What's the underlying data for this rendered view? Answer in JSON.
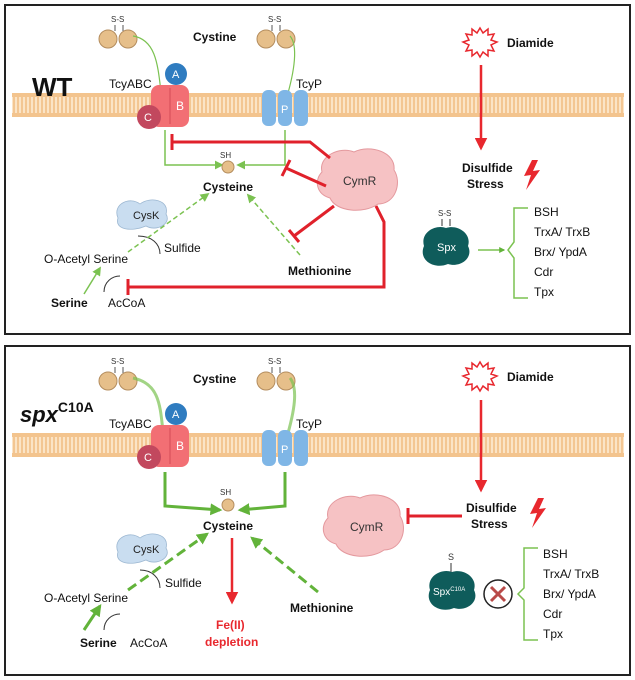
{
  "colors": {
    "inhibit_red": "#E0212B",
    "stress_red": "#E8282E",
    "activate_green": "#7BC251",
    "membrane": "#F3C48E",
    "cystine_ball": "#E6BF8A",
    "tcyabc_pink": "#F26F74",
    "tcyabc_dark": "#C2485E",
    "tcyabc_blue": "#2F7CC0",
    "tcyp_blue": "#7FB6E6",
    "cymr_pink": "#F6C2C4",
    "cysk_blue": "#C9DDF0",
    "spx_teal": "#0F5C5B",
    "frame": "#222222"
  },
  "icons": [
    "cystine-dimer-icon",
    "cysteine-sh-icon",
    "cymr-protein-icon",
    "cysk-protein-icon",
    "spx-protein-icon",
    "diamide-starburst-icon",
    "lightning-icon",
    "x-circle-icon"
  ],
  "panels": [
    {
      "strain": "WT",
      "strain_sup": "",
      "cystine": "Cystine",
      "ss_left": "S-S",
      "ss_right": "S-S",
      "tcyabc": "TcyABC",
      "sub_a": "A",
      "sub_b": "B",
      "sub_c": "C",
      "tcyp": "TcyP",
      "sub_p": "P",
      "sh": "SH",
      "cysteine": "Cysteine",
      "cysk": "CysK",
      "sulfide": "Sulfide",
      "oacetyl": "O-Acetyl Serine",
      "serine": "Serine",
      "accoa": "AcCoA",
      "methionine": "Methionine",
      "cymr": "CymR",
      "diamide": "Diamide",
      "stress_1": "Disulfide",
      "stress_2": "Stress",
      "spx_ss": "S-S",
      "spx": "Spx",
      "spx_sup": "",
      "targets": [
        "BSH",
        "TrxA/ TrxB",
        "Brx/ YpdA",
        "Cdr",
        "Tpx"
      ],
      "depletion_1": "",
      "depletion_2": ""
    },
    {
      "strain": "spx",
      "strain_sup": "C10A",
      "cystine": "Cystine",
      "ss_left": "S-S",
      "ss_right": "S-S",
      "tcyabc": "TcyABC",
      "sub_a": "A",
      "sub_b": "B",
      "sub_c": "C",
      "tcyp": "TcyP",
      "sub_p": "P",
      "sh": "SH",
      "cysteine": "Cysteine",
      "cysk": "CysK",
      "sulfide": "Sulfide",
      "oacetyl": "O-Acetyl Serine",
      "serine": "Serine",
      "accoa": "AcCoA",
      "methionine": "Methionine",
      "cymr": "CymR",
      "diamide": "Diamide",
      "stress_1": "Disulfide",
      "stress_2": "Stress",
      "spx_ss": "S",
      "spx": "Spx",
      "spx_sup": "C10A",
      "targets": [
        "BSH",
        "TrxA/ TrxB",
        "Brx/ YpdA",
        "Cdr",
        "Tpx"
      ],
      "depletion_1": "Fe(II)",
      "depletion_2": "depletion"
    }
  ]
}
